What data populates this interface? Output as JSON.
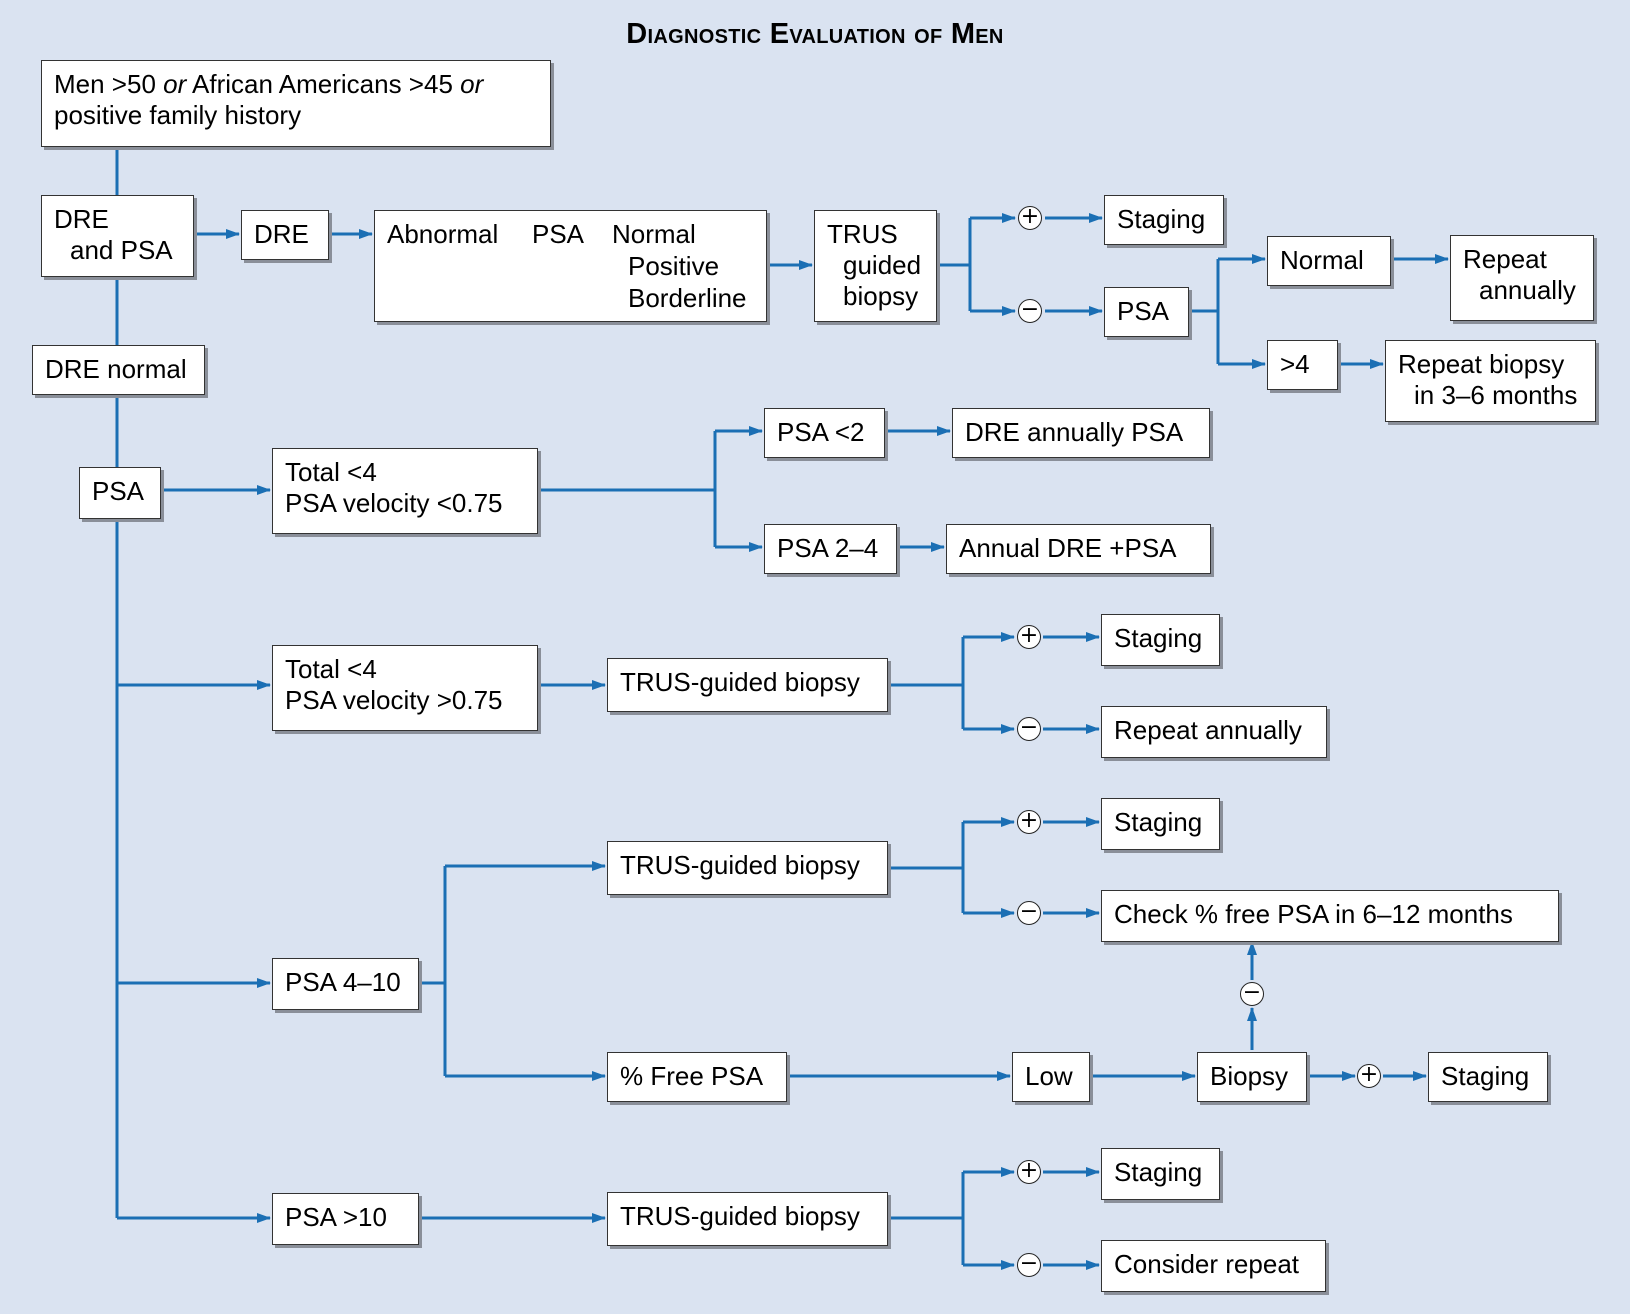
{
  "title": "Diagnostic Evaluation of Men",
  "nodes": {
    "entry": {
      "line1_a": "Men >50 ",
      "line1_or1": "or",
      "line1_b": " African Americans >45 ",
      "line1_or2": "or",
      "line2": "positive family history"
    },
    "dre_and_psa": {
      "line1": "DRE",
      "line2": "and PSA"
    },
    "dre": "DRE",
    "abnormal": {
      "col1": "Abnormal",
      "col2": "PSA",
      "col3a": "Normal",
      "col3b": "Positive",
      "col3c": "Borderline"
    },
    "trus_top": {
      "line1": "TRUS",
      "line2": "guided",
      "line3": "biopsy"
    },
    "staging_1": "Staging",
    "psa_top": "PSA",
    "normal": "Normal",
    "repeat_annually_1": {
      "line1": "Repeat",
      "line2": "annually"
    },
    "gt4": ">4",
    "repeat_biopsy": {
      "line1": "Repeat biopsy",
      "line2": "in 3–6 months"
    },
    "dre_normal": "DRE normal",
    "psa_main": "PSA",
    "total_lt4_a": {
      "line1": "Total <4",
      "line2": "PSA velocity <0.75"
    },
    "psa_lt2": "PSA <2",
    "dre_annually": "DRE annually PSA",
    "psa_2_4": "PSA 2–4",
    "annual_dre_psa": "Annual DRE +PSA",
    "total_lt4_b": {
      "line1": "Total <4",
      "line2": "PSA velocity >0.75"
    },
    "trus_b": "TRUS-guided biopsy",
    "staging_2": "Staging",
    "repeat_annually_2": "Repeat annually",
    "trus_c": "TRUS-guided biopsy",
    "staging_3": "Staging",
    "check_free_psa": "Check % free PSA in 6–12 months",
    "psa_4_10": "PSA 4–10",
    "free_psa": "% Free PSA",
    "low": "Low",
    "biopsy": "Biopsy",
    "staging_4": "Staging",
    "psa_gt10": "PSA >10",
    "trus_d": "TRUS-guided biopsy",
    "staging_5": "Staging",
    "consider_repeat": "Consider repeat"
  },
  "signs": {
    "positive": "+",
    "negative": "−"
  },
  "colors": {
    "background": "#dae3f1",
    "connector": "#1b6fb4",
    "box_border": "#333333"
  }
}
